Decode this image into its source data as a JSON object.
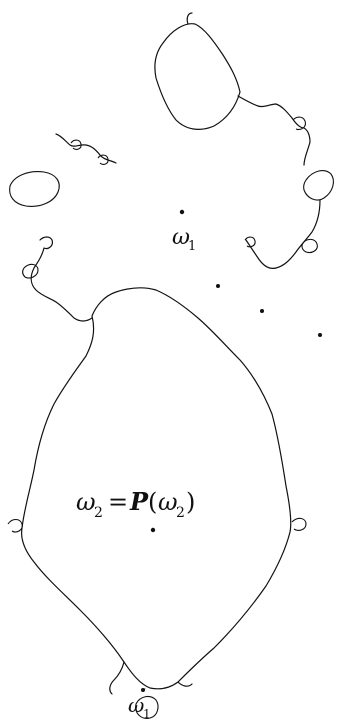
{
  "labels": {
    "omega1_main": "ω",
    "omega1_sub": "1",
    "omega2_main": "ω",
    "omega2_sub": "2",
    "equals": "=",
    "P": "P",
    "paren_open": "(",
    "paren_close": ")",
    "omega1p_main": "ω",
    "omega1p_sub": "1",
    "omega1p_prime": "′"
  },
  "colors": {
    "ink": "#111111",
    "background": "#ffffff"
  }
}
